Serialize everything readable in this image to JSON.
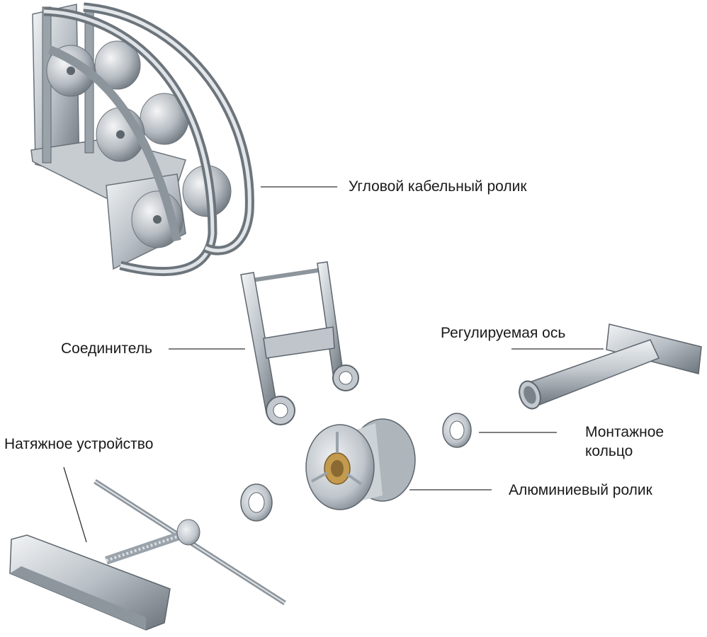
{
  "labels": {
    "corner_roller": "Угловой кабельный ролик",
    "connector": "Соединитель",
    "adjustable_axis": "Регулируемая ось",
    "mounting_ring_line1": "Монтажное",
    "mounting_ring_line2": "кольцо",
    "aluminum_roller": "Алюминиевый ролик",
    "tensioner": "Натяжное устройство"
  },
  "colors": {
    "background": "#ffffff",
    "metal_light": "#e6e9ec",
    "metal_mid": "#a9b0b7",
    "metal_dark": "#5d656d",
    "brass": "#c49a4e",
    "leader_line": "#333333"
  },
  "icons": [
    "corner-cable-roller",
    "connector-bracket",
    "adjustable-axis",
    "mounting-ring",
    "aluminum-roller",
    "tensioning-device"
  ]
}
